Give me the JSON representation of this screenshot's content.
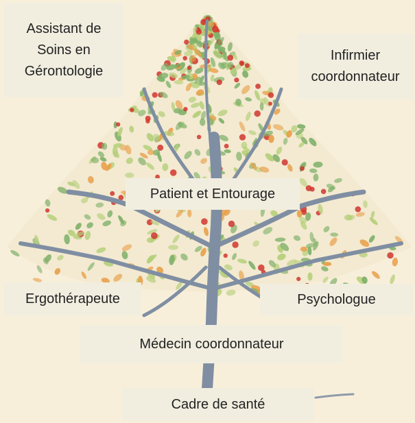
{
  "roles": {
    "assistant_soins_gerontologie": "Assistant de\nSoins en\nGérontologie",
    "infirmier_coordonnateur": "Infirmier\ncoordonnateur",
    "patient_entourage": "Patient et Entourage",
    "ergotherapeute": "Ergothérapeute",
    "psychologue": "Psychologue",
    "medecin_coordonnateur": "Médecin coordonnateur",
    "cadre_de_sante": "Cadre de santé"
  },
  "colors": {
    "background": "#f8efdb",
    "label_box": "#f1eee0",
    "trunk": "#7f8ea2",
    "leaf_green": "#7fb069",
    "leaf_light_green": "#b5cf7a",
    "fruit_red": "#d0362f",
    "leaf_orange": "#e8a04a"
  }
}
